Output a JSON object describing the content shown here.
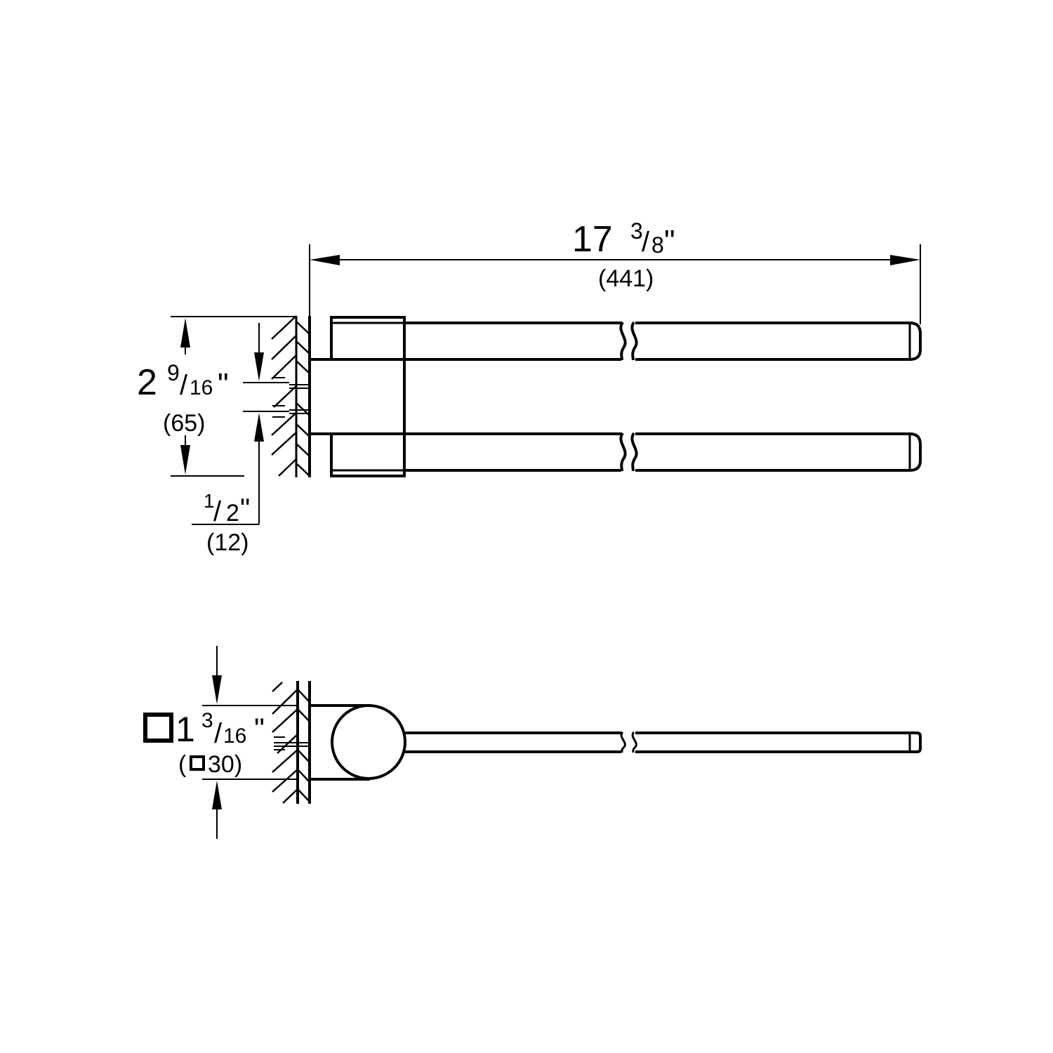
{
  "drawing": {
    "type": "technical dimension drawing",
    "subject": "double swivel towel bar",
    "colors": {
      "line": "#000000",
      "background": "#ffffff"
    },
    "side_view": {
      "overall_length": {
        "whole": "17",
        "num": "3",
        "den": "8",
        "unit": "\"",
        "metric": "(441)"
      },
      "height": {
        "whole": "2",
        "num": "9",
        "den": "16",
        "unit": "\"",
        "metric": "(65)"
      },
      "wall_offset": {
        "whole": "",
        "num": "1",
        "den": "2",
        "unit": "\"",
        "metric": "(12)"
      }
    },
    "top_view": {
      "square_size": {
        "symbol": "square",
        "whole": "1",
        "num": "3",
        "den": "16",
        "unit": "\"",
        "metric_open": "(",
        "metric_value": "30)"
      }
    }
  }
}
